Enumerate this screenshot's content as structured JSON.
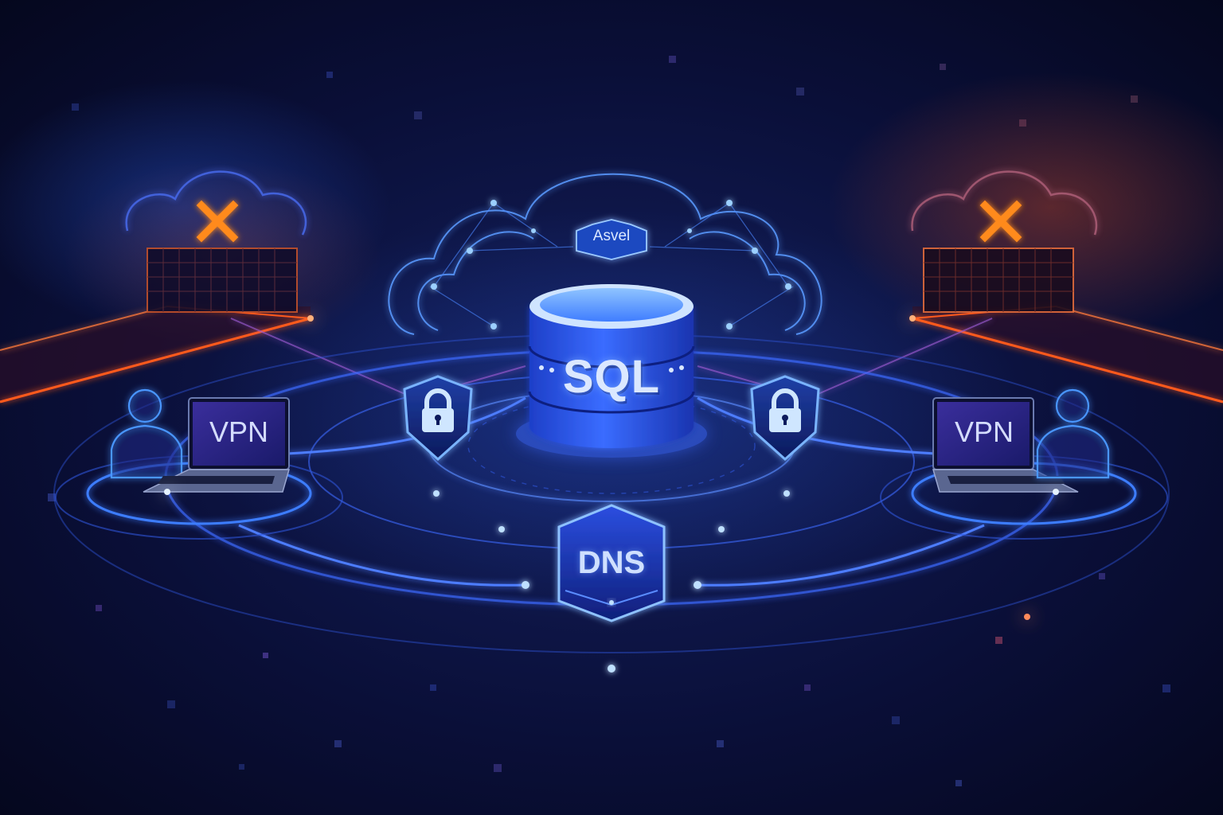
{
  "illustration": {
    "theme": "Secure SQL database network with VPN, DNS and blocked cloud access",
    "colors": {
      "background": "#070a24",
      "primary_glow": "#2f6bff",
      "accent_cyan": "#6fb6ff",
      "warning_orange": "#ff5a1f",
      "blocked_x": "#ff8a1a"
    }
  },
  "center": {
    "database": {
      "label": "SQL",
      "icon": "database-cylinder-icon"
    },
    "cloud": {
      "label": "Asvel",
      "icon": "cloud-network-icon"
    },
    "dns": {
      "label": "DNS",
      "icon": "hexagon-node-icon"
    }
  },
  "shields": [
    {
      "side": "left",
      "icon": "shield-lock-icon"
    },
    {
      "side": "right",
      "icon": "shield-lock-icon"
    }
  ],
  "clients": [
    {
      "side": "left",
      "label": "VPN",
      "icons": [
        "user-silhouette-icon",
        "laptop-icon"
      ]
    },
    {
      "side": "right",
      "label": "VPN",
      "icons": [
        "laptop-icon",
        "user-silhouette-icon"
      ]
    }
  ],
  "blocked": [
    {
      "side": "left",
      "icon": "cloud-blocked-x-icon",
      "status": "blocked"
    },
    {
      "side": "right",
      "icon": "cloud-blocked-x-icon",
      "status": "blocked"
    }
  ]
}
